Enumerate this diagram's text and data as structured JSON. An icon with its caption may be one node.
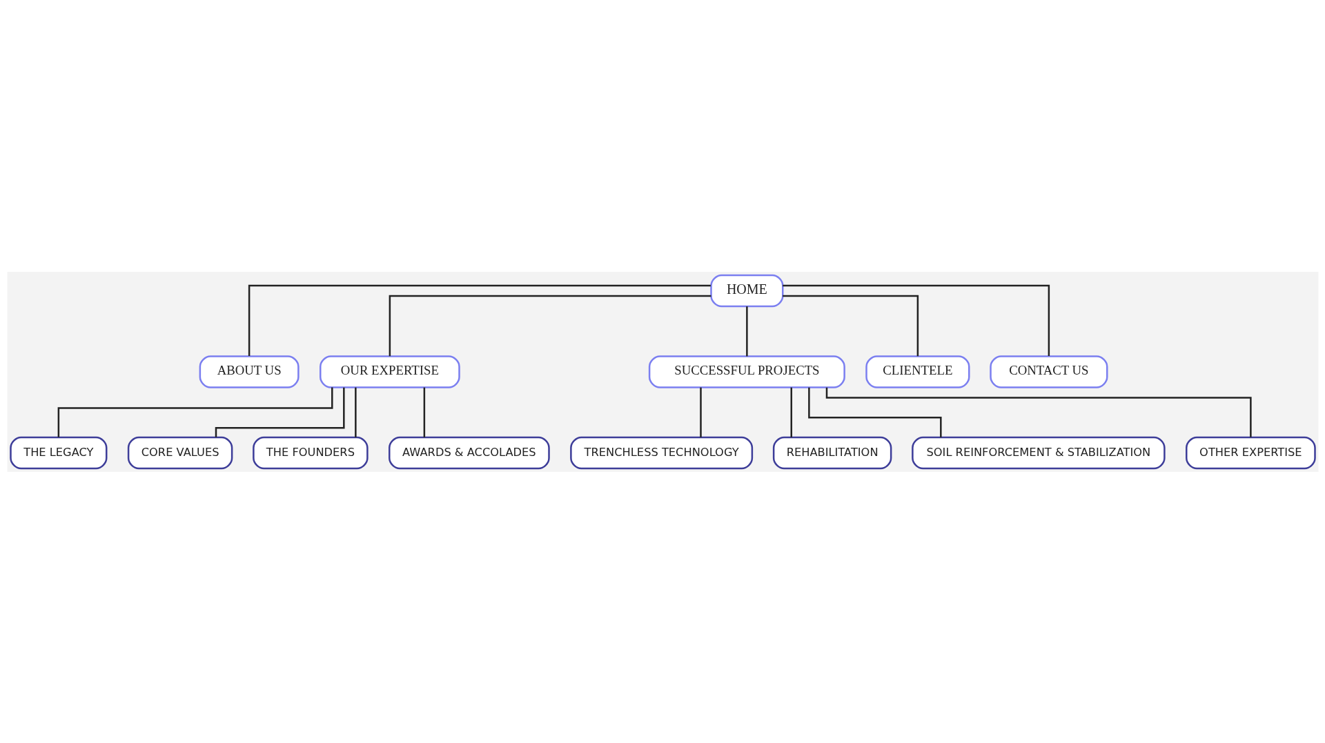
{
  "diagram": {
    "nodes": [
      {
        "text": [
          "HOME"
        ]
      },
      {
        "text": [
          "ABOUT US"
        ]
      },
      {
        "text": [
          "OUR EXPERTISE"
        ]
      },
      {
        "text": [
          "SUCCESSFUL PROJECTS"
        ]
      },
      {
        "text": [
          "CLIENTELE"
        ]
      },
      {
        "text": [
          "CONTACT US"
        ]
      },
      {
        "text": [
          "THE LEGACY"
        ]
      },
      {
        "text": [
          "CORE VALUES"
        ]
      },
      {
        "text": [
          "THE FOUNDERS"
        ]
      },
      {
        "text": [
          "AWARDS & ACCOLADES"
        ]
      },
      {
        "text": [
          "TRENCHLESS TECHNOLOGY"
        ]
      },
      {
        "text": [
          "REHABILITATION"
        ]
      },
      {
        "text": [
          "SOIL REINFORCEMENT & STABILIZATION"
        ]
      },
      {
        "text": [
          "OTHER EXPERTISE"
        ]
      }
    ],
    "edges": [
      {
        "from": 0,
        "to": 1,
        "arrow": "none"
      },
      {
        "from": 0,
        "to": 2,
        "arrow": "none"
      },
      {
        "from": 0,
        "to": 3,
        "arrow": "none"
      },
      {
        "from": 0,
        "to": 4,
        "arrow": "none"
      },
      {
        "from": 0,
        "to": 5,
        "arrow": "none"
      },
      {
        "from": 2,
        "to": 6,
        "arrow": "none"
      },
      {
        "from": 2,
        "to": 7,
        "arrow": "none"
      },
      {
        "from": 2,
        "to": 8,
        "arrow": "none"
      },
      {
        "from": 2,
        "to": 9,
        "arrow": "none"
      },
      {
        "from": 3,
        "to": 10,
        "arrow": "none"
      },
      {
        "from": 3,
        "to": 11,
        "arrow": "none"
      },
      {
        "from": 3,
        "to": 12,
        "arrow": "none"
      },
      {
        "from": 3,
        "to": 13,
        "arrow": "none"
      }
    ]
  }
}
